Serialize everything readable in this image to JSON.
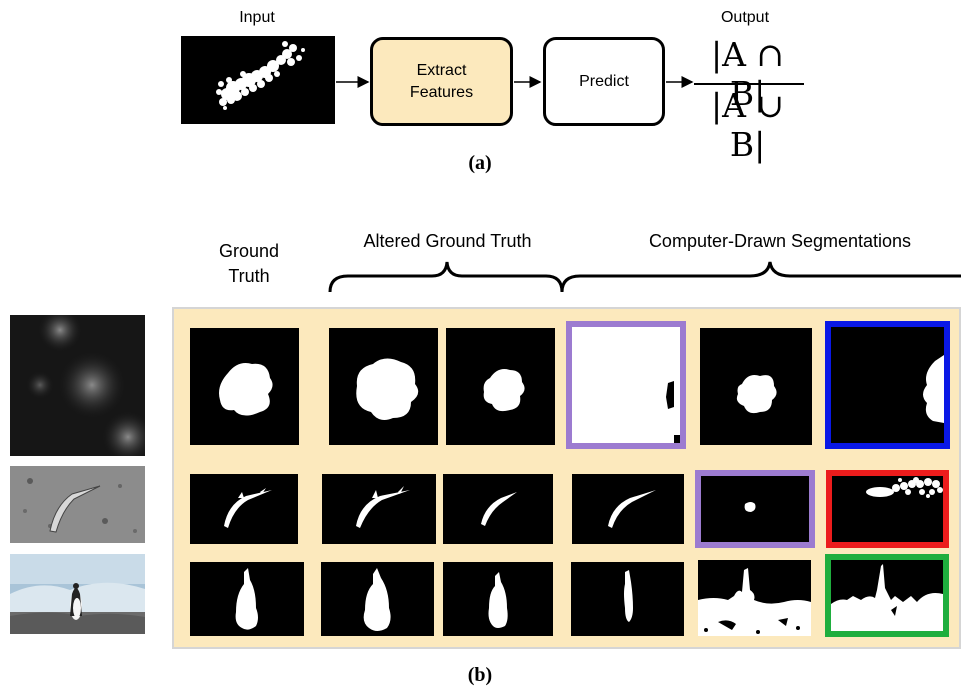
{
  "part_a": {
    "input_label": "Input",
    "extract_label": "Extract Features",
    "predict_label": "Predict",
    "output_label": "Output",
    "formula_numerator": "|A ∩ B|",
    "formula_denominator": "|A ∪ B|",
    "caption": "(a)",
    "colors": {
      "extract_fill": "#fce9bd",
      "predict_fill": "#ffffff"
    }
  },
  "part_b": {
    "col_header_gt": "Ground Truth",
    "col_header_altered": "Altered Ground Truth",
    "col_header_computer": "Computer-Drawn Segmentations",
    "caption": "(b)",
    "colors": {
      "panel_bg": "#fce9bd",
      "frame_purple": "#9c7bd0",
      "frame_blue": "#0a18e6",
      "frame_red": "#ec1c1c",
      "frame_green": "#1fae3e"
    },
    "rows": [
      {
        "image": "cell-microscopy-grayscale",
        "masks": [
          "ground-truth",
          "altered-1",
          "altered-2",
          "computer-1",
          "computer-2",
          "computer-3"
        ],
        "frames": [
          "none",
          "none",
          "none",
          "purple",
          "none",
          "blue"
        ]
      },
      {
        "image": "elongated-cell-phase-contrast",
        "masks": [
          "ground-truth",
          "altered-1",
          "altered-2",
          "computer-1",
          "computer-2",
          "computer-3"
        ],
        "frames": [
          "none",
          "none",
          "none",
          "none",
          "purple",
          "red"
        ]
      },
      {
        "image": "penguin-photo",
        "masks": [
          "ground-truth",
          "altered-1",
          "altered-2",
          "computer-1",
          "computer-2",
          "computer-3"
        ],
        "frames": [
          "none",
          "none",
          "none",
          "none",
          "none",
          "green"
        ]
      }
    ]
  }
}
